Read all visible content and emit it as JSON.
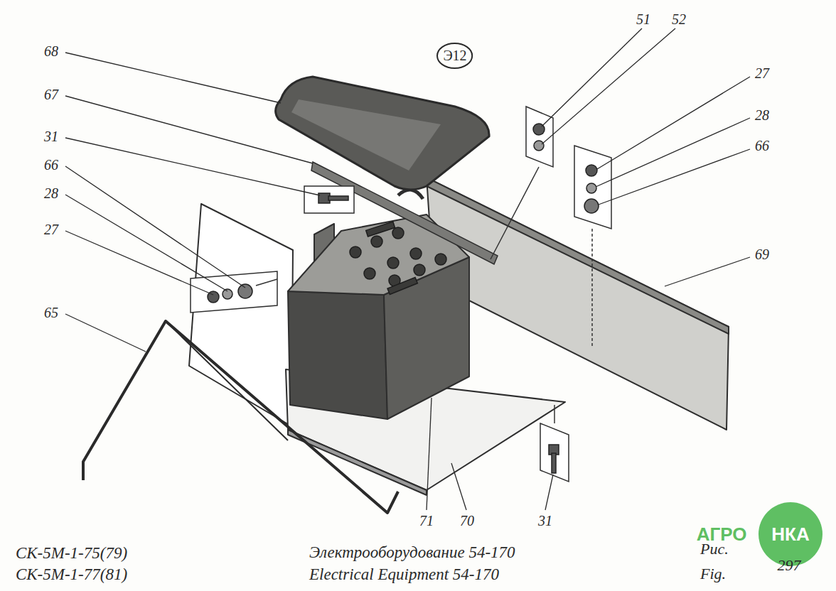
{
  "diagram": {
    "nodes": [
      {
        "text": [
          "Э12"
        ]
      }
    ],
    "labels": [
      "68",
      "67",
      "31",
      "66",
      "28",
      "27",
      "65",
      "51",
      "52",
      "27",
      "28",
      "66",
      "69",
      "71",
      "70",
      "31",
      "СК-5М-1-75(79)",
      "СК-5М-1-77(81)",
      "Электрооборудование 54-170",
      "Electrical Equipment 54-170",
      "Рис.",
      "Fig.",
      "297",
      "АГРО",
      "НКА"
    ]
  }
}
